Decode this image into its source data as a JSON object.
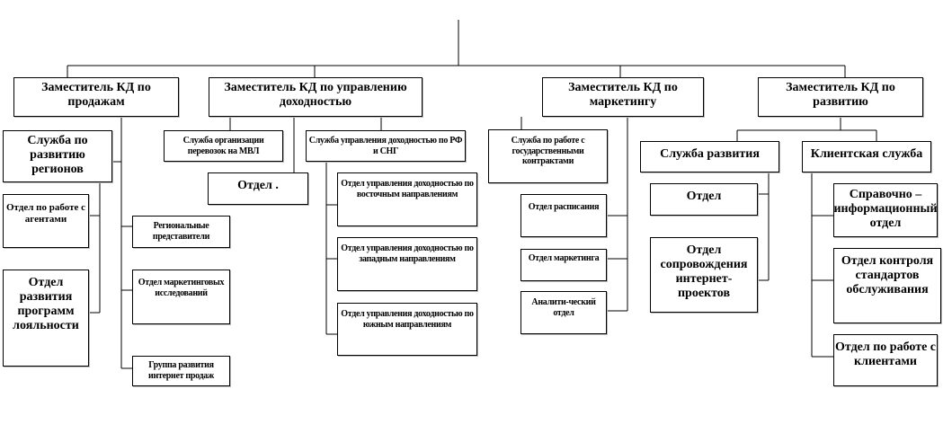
{
  "deputies": [
    {
      "label": "Заместитель КД по продажам"
    },
    {
      "label": "Заместитель КД по управлению доходностью"
    },
    {
      "label": "Заместитель КД по маркетингу"
    },
    {
      "label": "Заместитель КД по развитию"
    }
  ],
  "sales": {
    "regions_service": "Служба по развитию регионов",
    "agents_dept": "Отдел по работе с агентами",
    "loyalty_dept": "Отдел развития программ лояльности",
    "regional_reps": "Региональные представители",
    "marketing_research": "Отдел маркетинговых исследований",
    "internet_sales": "Группа развития интернет продаж"
  },
  "revenue": {
    "mvl_service": "Служба организации перевозок на МВЛ",
    "dept": "Отдел .",
    "rf_cis_service": "Служба управления доходностью по РФ и СНГ",
    "east_dept": "Отдел управления доходностью по восточным направлениям",
    "west_dept": "Отдел управления доходностью по западным направлениям",
    "south_dept": "Отдел управления доходностью по южным направлениям"
  },
  "marketing": {
    "gov_contracts": "Служба по работе с государственными контрактами",
    "schedule_dept": "Отдел расписания",
    "marketing_dept": "Отдел маркетинга",
    "analytics_dept": "Аналити-ческий отдел"
  },
  "development": {
    "dev_service": "Служба развития",
    "dept": "Отдел",
    "internet_projects": "Отдел сопровождения интернет-проектов",
    "client_service": "Клиентская служба",
    "info_dept": "Справочно – информационный отдел",
    "standards_dept": "Отдел контроля стандартов обслуживания",
    "clients_dept": "Отдел по работе с клиентами"
  }
}
